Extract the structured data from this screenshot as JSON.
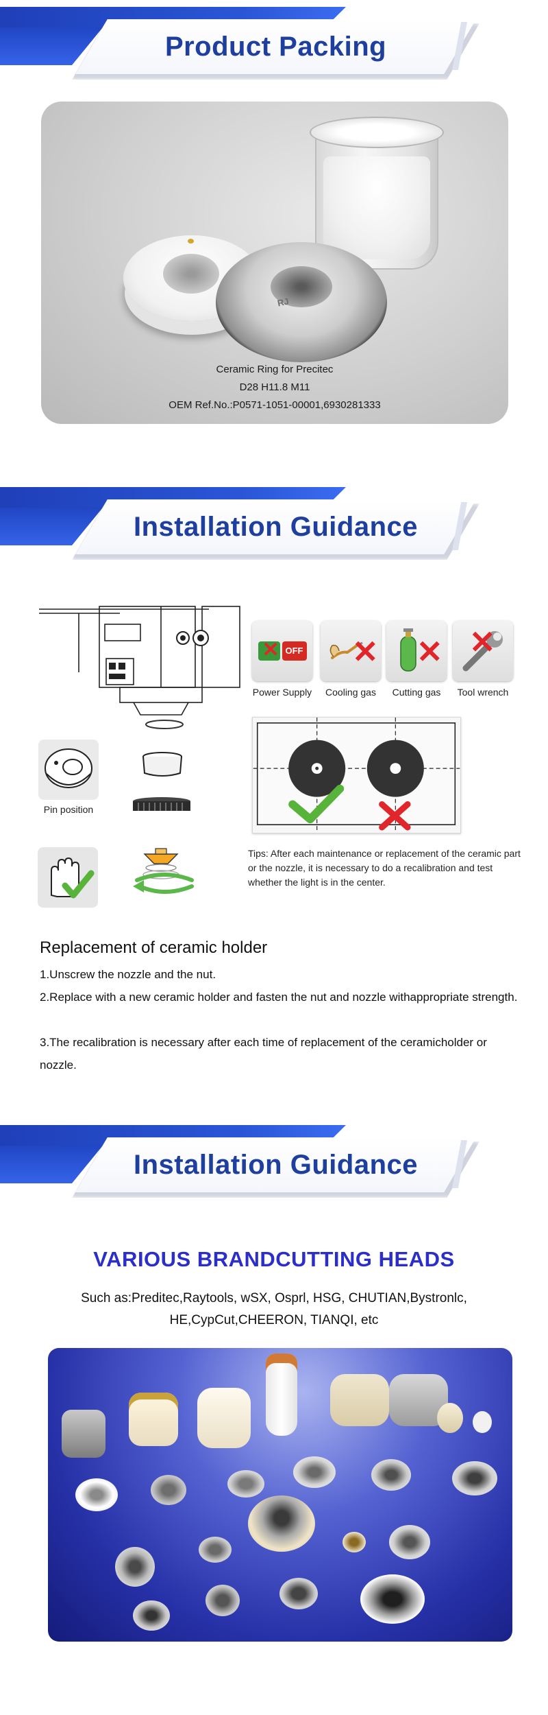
{
  "sections": {
    "packing_title": "Product Packing",
    "install_title_1": "Installation Guidance",
    "install_title_2": "Installation Guidance"
  },
  "product": {
    "caption_line1": "Ceramic Ring for Precitec",
    "caption_line2": "D28 H11.8 M11",
    "caption_line3": "OEM Ref.No.:P0571-1051-00001,6930281333",
    "engraving": "RJ"
  },
  "tools": [
    {
      "label": "Power Supply",
      "icon": "power-off-icon",
      "off_text": "OFF"
    },
    {
      "label": "Cooling gas",
      "icon": "cooling-gas-icon"
    },
    {
      "label": "Cutting gas",
      "icon": "gas-cylinder-icon"
    },
    {
      "label": "Tool wrench",
      "icon": "wrench-icon"
    }
  ],
  "pin_position_label": "Pin position",
  "tips": "Tips: After each maintenance or replacement of the ceramic part or the nozzle, it is necessary to do a recalibration and test whether the light is in the center.",
  "replacement": {
    "title": "Replacement of ceramic holder",
    "step1": "1.Unscrew the nozzle and the nut.",
    "step2": "2.Replace with a new ceramic holder and fasten the nut and nozzle withappropriate strength.",
    "step3": "3.The recalibration is necessary after each time of replacement of the ceramicholder or nozzle."
  },
  "brands": {
    "title": "VARIOUS BRANDCUTTING HEADS",
    "line1": "Such as:Preditec,Raytools, wSX, Osprl, HSG, CHUTIAN,Bystronlc,",
    "line2": "HE,CypCut,CHEERON, TIANQI, etc"
  },
  "colors": {
    "banner_blue": "#2a56d6",
    "title_blue": "#1f3f9e",
    "brand_title": "#2b2ec8",
    "cross_red": "#e0252b",
    "check_green": "#58b33a"
  }
}
